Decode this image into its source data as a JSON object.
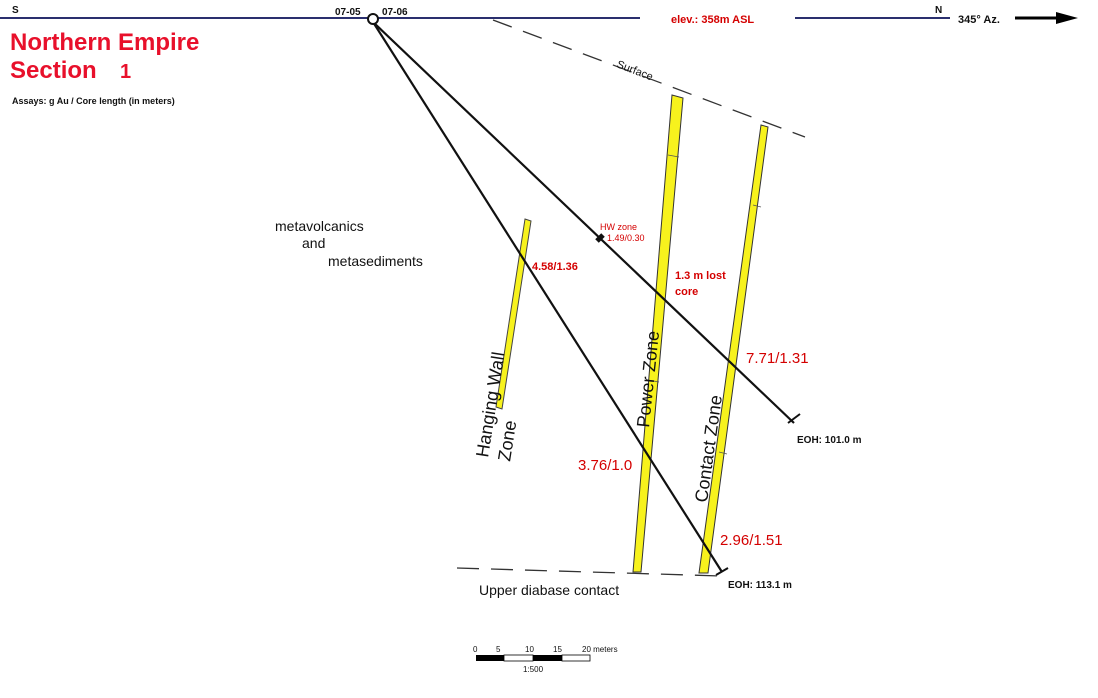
{
  "title": {
    "line1": "Northern Empire",
    "line2": "Section",
    "number": "1"
  },
  "assays_note": "Assays: g Au / Core length (in meters)",
  "header": {
    "south": "S",
    "north": "N",
    "hole_a": "07-05",
    "hole_b": "07-06",
    "elevation": "elev.: 358m ASL",
    "azimuth": "345° Az."
  },
  "labels": {
    "surface": "Surface",
    "rock_line1": "metavolcanics",
    "rock_line2": "and",
    "rock_line3": "metasediments",
    "hanging_wall_line1": "Hanging Wall",
    "hanging_wall_line2": "Zone",
    "power_zone": "Power Zone",
    "contact_zone": "Contact Zone",
    "hw_zone": "HW zone",
    "lost_core_line1": "1.3 m lost",
    "lost_core_line2": "core",
    "diabase": "Upper diabase contact",
    "eoh_1": "EOH: 101.0 m",
    "eoh_2": "EOH: 113.1 m"
  },
  "assays": {
    "hw_zone_value": "1.49/0.30",
    "hanging_wall_value": "4.58/1.36",
    "power_zone_upper": "7.71/1.31",
    "power_zone_lower": "3.76/1.0",
    "contact_zone_lower": "2.96/1.51"
  },
  "scale": {
    "ticks": [
      "0",
      "5",
      "10",
      "15",
      "20 meters"
    ],
    "ratio": "1:500"
  },
  "colors": {
    "title_red": "#e8102b",
    "assay_red": "#d40000",
    "zone_yellow": "#f7f21d",
    "header_line": "#2a2f6e"
  }
}
